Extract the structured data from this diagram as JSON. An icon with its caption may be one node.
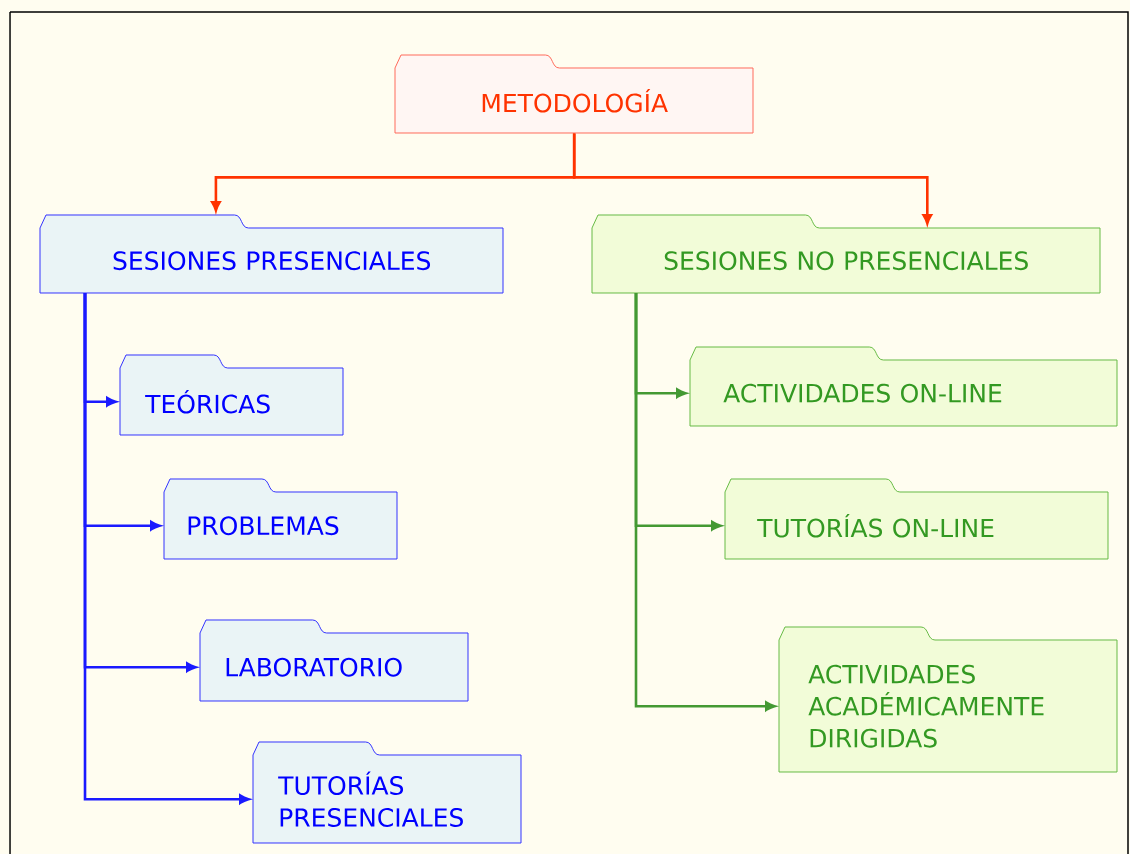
{
  "diagram": {
    "nodes": [
      {
        "text": [
          "METODOLOGÍA"
        ]
      },
      {
        "text": [
          "SESIONES PRESENCIALES"
        ]
      },
      {
        "text": [
          "SESIONES NO PRESENCIALES"
        ]
      },
      {
        "text": [
          "TEÓRICAS"
        ]
      },
      {
        "text": [
          "PROBLEMAS"
        ]
      },
      {
        "text": [
          "LABORATORIO"
        ]
      },
      {
        "text": [
          "TUTORÍAS PRESENCIALES"
        ]
      },
      {
        "text": [
          "ACTIVIDADES ON-LINE"
        ]
      },
      {
        "text": [
          "TUTORÍAS ON-LINE"
        ]
      },
      {
        "text": [
          "ACTIVIDADES ACADÉMICAMENTE DIRIGIDAS"
        ]
      }
    ],
    "edges": [
      {
        "from": 0,
        "to": 1,
        "arrow": "to",
        "color": "#ff3300"
      },
      {
        "from": 0,
        "to": 2,
        "arrow": "to",
        "color": "#ff3300"
      },
      {
        "from": 1,
        "to": 3,
        "arrow": "to"
      },
      {
        "from": 1,
        "to": 4,
        "arrow": "to"
      },
      {
        "from": 1,
        "to": 5,
        "arrow": "to"
      },
      {
        "from": 1,
        "to": 6,
        "arrow": "to"
      },
      {
        "from": 2,
        "to": 7,
        "arrow": "to",
        "color": "#449933"
      },
      {
        "from": 2,
        "to": 8,
        "arrow": "to",
        "color": "#449933"
      },
      {
        "from": 2,
        "to": 9,
        "arrow": "to",
        "color": "#449933"
      }
    ]
  }
}
